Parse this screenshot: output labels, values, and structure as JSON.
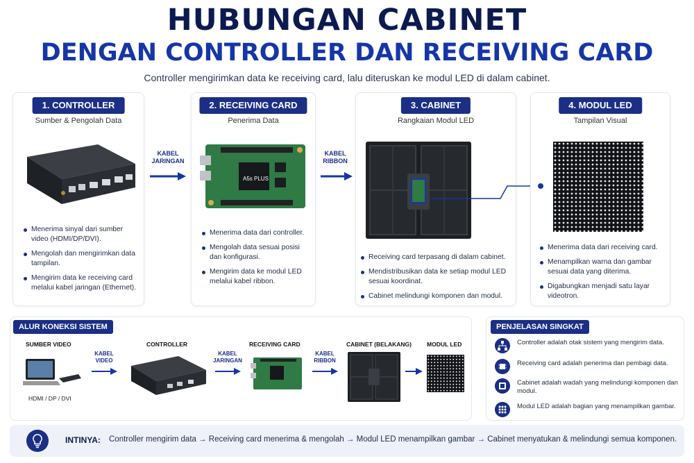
{
  "header": {
    "title_line1": "HUBUNGAN CABINET",
    "title_line2": "DENGAN CONTROLLER DAN RECEIVING CARD",
    "subtitle": "Controller mengirimkan data ke receiving card, lalu diteruskan ke modul LED di dalam cabinet."
  },
  "cards": [
    {
      "label": "1. CONTROLLER",
      "sub": "Sumber & Pengolah Data",
      "bullets": [
        "Menerima sinyal dari sumber video (HDMI/DP/DVI).",
        "Mengolah dan mengirimkan data tampilan.",
        "Mengirim data ke receiving card melalui kabel jaringan (Ethernet)."
      ]
    },
    {
      "label": "2. RECEIVING CARD",
      "sub": "Penerima Data",
      "chip_text": "A5s PLUS",
      "bullets": [
        "Menerima data dari controller.",
        "Mengolah data sesuai posisi dan konfigurasi.",
        "Mengirim data ke modul LED melalui kabel ribbon."
      ]
    },
    {
      "label": "3. CABINET",
      "sub": "Rangkaian Modul LED",
      "bullets": [
        "Receiving card terpasang di dalam cabinet.",
        "Mendistribusikan data ke setiap modul LED sesuai koordinat.",
        "Cabinet melindungi komponen dan modul."
      ]
    },
    {
      "label": "4. MODUL LED",
      "sub": "Tampilan Visual",
      "bullets": [
        "Menerima data dari receiving card.",
        "Menampilkan warna dan gambar sesuai data yang diterima.",
        "Digabungkan menjadi satu layar videotron."
      ]
    }
  ],
  "connectors": [
    {
      "line1": "KABEL",
      "line2": "JARINGAN"
    },
    {
      "line1": "KABEL",
      "line2": "RIBBON"
    }
  ],
  "flow": {
    "title": "ALUR KONEKSI SISTEM",
    "nodes": [
      {
        "label": "SUMBER VIDEO",
        "caption": "HDMI / DP / DVI"
      },
      {
        "label": "CONTROLLER"
      },
      {
        "label": "RECEIVING CARD"
      },
      {
        "label": "CABINET (BELAKANG)"
      },
      {
        "label": "MODUL LED"
      }
    ],
    "links": [
      {
        "line1": "KABEL",
        "line2": "VIDEO"
      },
      {
        "line1": "KABEL",
        "line2": "JARINGAN"
      },
      {
        "line1": "KABEL",
        "line2": "RIBBON"
      }
    ]
  },
  "explanation": {
    "title": "PENJELASAN SINGKAT",
    "items": [
      {
        "icon": "network-icon",
        "text": "Controller adalah otak sistem yang mengirim data."
      },
      {
        "icon": "chip-icon",
        "text": "Receiving card adalah penerima dan pembagi data."
      },
      {
        "icon": "cabinet-icon",
        "text": "Cabinet adalah wadah yang melindungi komponen dan modul."
      },
      {
        "icon": "led-grid-icon",
        "text": "Modul LED adalah bagian yang menampilkan gambar."
      }
    ]
  },
  "summary": {
    "key": "INTINYA:",
    "text": "Controller mengirim data → Receiving card menerima & mengolah → Modul LED menampilkan gambar → Cabinet menyatukan & melindungi semua komponen."
  },
  "colors": {
    "navy": "#0b1a4f",
    "accent": "#1a2f85",
    "title_blue": "#1536a6",
    "pcb_green": "#2f7a45"
  }
}
